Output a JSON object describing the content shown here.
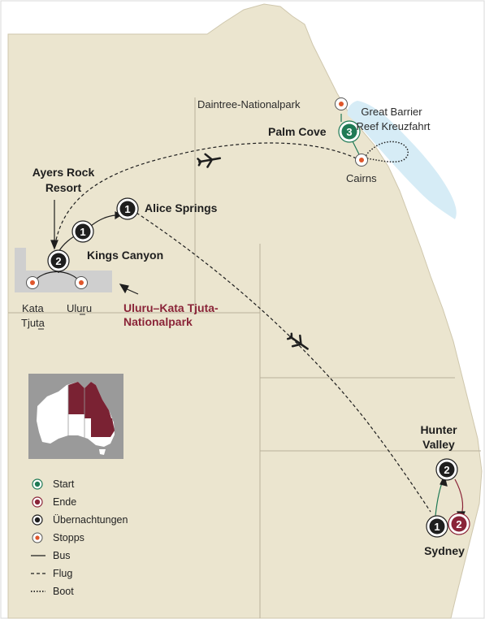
{
  "colors": {
    "land": "#ebe5cf",
    "sea": "#ffffff",
    "reef": "#d6ecf6",
    "border": "#b9b19b",
    "route": "#1e1e1e",
    "start": "#1f7a55",
    "end": "#8a2438",
    "stop": "#e0562b",
    "park_area": "#cfcfcf",
    "inset_bg": "#9a9a9a",
    "inset_region": "#7a2233",
    "inset_land": "#ffffff"
  },
  "places": {
    "daintree": "Daintree-Nationalpark",
    "palm_cove": "Palm Cove",
    "reef_line1": "Great Barrier",
    "reef_line2": "Reef Kreuzfahrt",
    "cairns": "Cairns",
    "ayers_line1": "Ayers Rock",
    "ayers_line2": "Resort",
    "alice": "Alice Springs",
    "kings": "Kings Canyon",
    "kata_line1": "Kata",
    "kata_line2": "Tjuta",
    "uluru": "Uluru",
    "park_line1": "Uluru–Kata Tjuta-",
    "park_line2": "Nationalpark",
    "hunter_line1": "Hunter",
    "hunter_line2": "Valley",
    "sydney": "Sydney"
  },
  "nights": {
    "palm_cove": "3",
    "alice": "1",
    "kings": "1",
    "ayers": "2",
    "hunter": "2",
    "sydney_start": "1",
    "sydney_end": "2"
  },
  "legend": {
    "start": "Start",
    "end": "Ende",
    "overnight": "Übernachtungen",
    "stops": "Stopps",
    "bus": "Bus",
    "flight": "Flug",
    "boat": "Boot"
  }
}
